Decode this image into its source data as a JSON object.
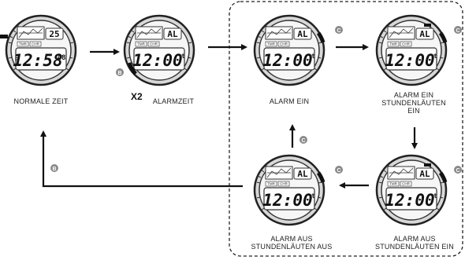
{
  "states": {
    "normal": {
      "caption": "NORMALE ZEIT",
      "top": "25",
      "time": "12:58",
      "seconds": "48",
      "pm": "P"
    },
    "alarm_time": {
      "caption": "ALARMZEIT",
      "top": "AL",
      "time": "12:00",
      "suffix": "t"
    },
    "alarm_on": {
      "caption": "ALARM EIN",
      "top": "AL",
      "time": "12:00",
      "suffix": "t"
    },
    "alarm_on_chime_on": {
      "caption_line1": "ALARM EIN",
      "caption_line2": "STUNDENLÄUTEN",
      "caption_line3": "EIN",
      "top": "AL",
      "time": "12:00",
      "suffix": "t"
    },
    "alarm_off_chime_on": {
      "caption_line1": "ALARM AUS",
      "caption_line2": "STUNDENLÄUTEN EIN",
      "top": "AL",
      "time": "12:00",
      "suffix": "t"
    },
    "alarm_off_chime_off": {
      "caption_line1": "ALARM AUS",
      "caption_line2": "STUNDENLÄUTEN AUS",
      "top": "AL",
      "time": "12:00",
      "suffix": "t"
    }
  },
  "repeat_label": "X2",
  "buttons": {
    "b": "B",
    "c": "C"
  },
  "watch_labels": {
    "tmr": "TMR",
    "chr": "CHR"
  },
  "colors": {
    "arrow": "#111111",
    "bezel": "#2a2a2a",
    "face": "#f4f4f4",
    "button_badge": "#8a8a8a",
    "button_accent": "#111111"
  }
}
